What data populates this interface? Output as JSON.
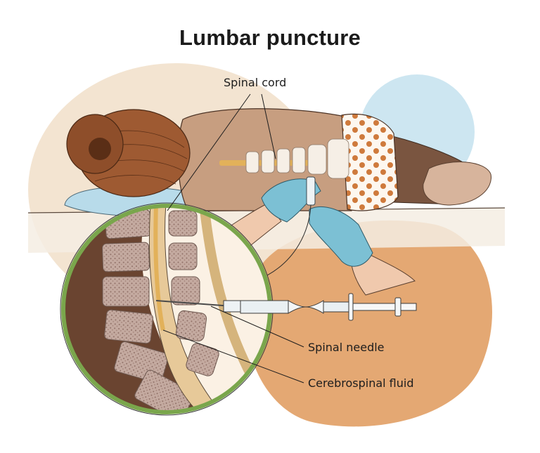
{
  "title": "Lumbar puncture",
  "labels": {
    "spinal_cord": "Spinal cord",
    "spinal_needle": "Spinal needle",
    "csf": "Cerebrospinal fluid"
  },
  "colors": {
    "peach_blob": "#f3e4d1",
    "blue_blob": "#cde6f1",
    "orange_blob": "#e4a873",
    "skin": "#c79e80",
    "hair": "#9e5a32",
    "glove": "#7cc0d4",
    "dots": "#cf7a3c",
    "lens_ring": "#7aa64c",
    "spinal_cord": "#e2b15a"
  }
}
